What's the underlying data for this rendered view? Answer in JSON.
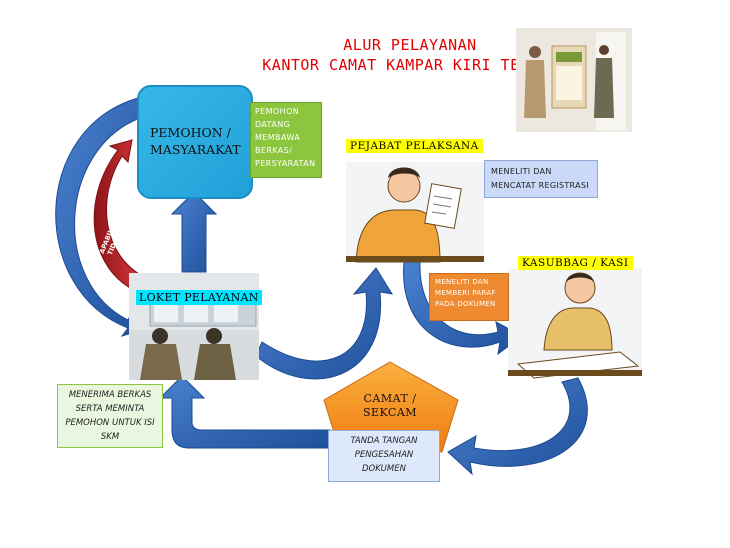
{
  "title": {
    "line1": "ALUR PELAYANAN",
    "line2": "KANTOR CAMAT KAMPAR KIRI TENGAH"
  },
  "nodes": {
    "pemohon": {
      "label": "PEMOHON / MASYARAKAT"
    },
    "pemohon_note": "PEMOHON DATANG MEMBAWA BERKAS/ PERSYARATAN",
    "pejabat": {
      "label": "PEJABAT PELAKSANA"
    },
    "pejabat_note": "MENELITI DAN MENCATAT REGISTRASI",
    "kasubbag": {
      "label": "KASUBBAG / KASI"
    },
    "kasubbag_note": "MENELITI DAN MEMBERI PARAF PADA DOKUMEN",
    "loket": {
      "label": "LOKET PELAYANAN"
    },
    "loket_note": "MENERIMA BERKAS SERTA MEMINTA PEMOHON UNTUK ISI SKM",
    "camat": {
      "label": "CAMAT / SEKCAM"
    },
    "camat_note": "TANDA TANGAN PENGESAHAN DOKUMEN",
    "return_arrow": "APABILA BERKAS TIDAK LENGKAP"
  },
  "colors": {
    "title": "#e00000",
    "flow_arrow": "#2f63b0",
    "return_arrow": "#c0282a",
    "pemohon": "#29abe2",
    "camat": "#f7931e",
    "highlight_yellow": "#ffff00",
    "highlight_cyan": "#00e5ff"
  }
}
